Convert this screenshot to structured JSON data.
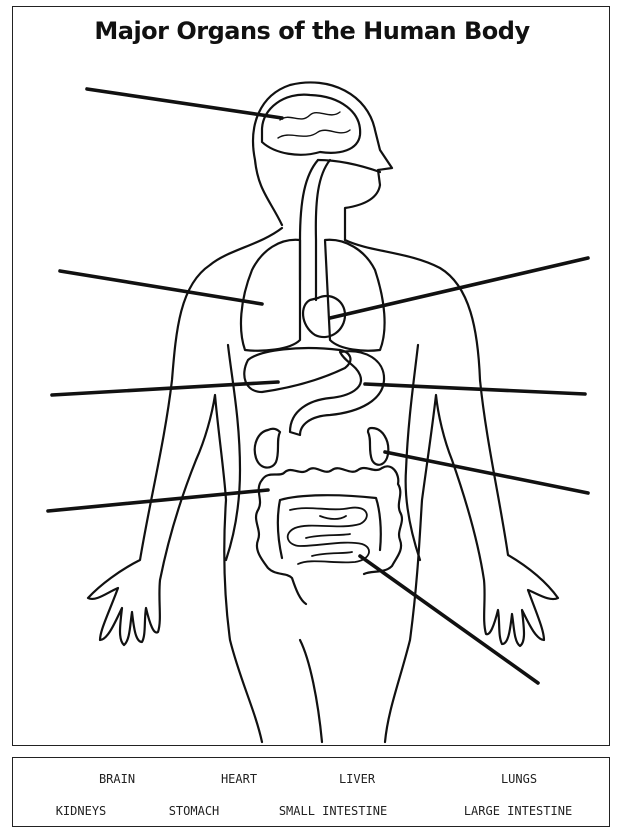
{
  "title": "Major Organs of the Human Body",
  "word_bank": {
    "row1": [
      "BRAIN",
      "HEART",
      "LIVER",
      "LUNGS"
    ],
    "row2": [
      "KIDNEYS",
      "STOMACH",
      "SMALL INTESTINE",
      "LARGE INTESTINE"
    ]
  }
}
